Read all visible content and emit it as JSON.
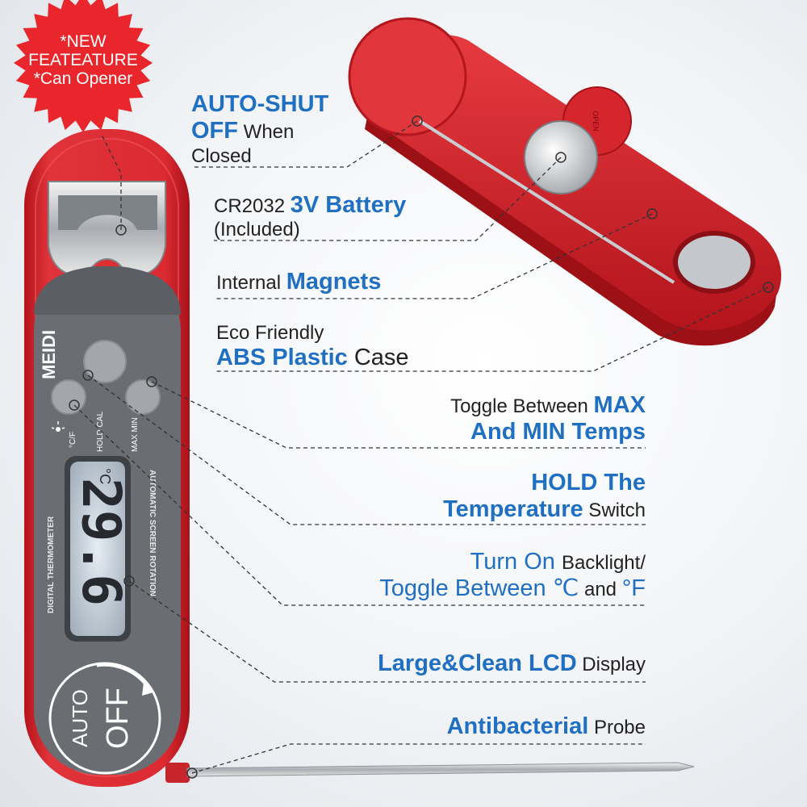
{
  "badge": {
    "line1": "*NEW",
    "line2": "FEATEATURE",
    "line3": "*Can Opener"
  },
  "device": {
    "brand": "MEIDI",
    "lcd_reading": "29.6",
    "lcd_unit": "°C",
    "side_label_left": "DIGITAL THERMOMETER",
    "side_label_right": "AUTOMATIC SCREEN ROTATION",
    "btn_label_1": "°C/F",
    "btn_label_2": "HOLD CAL",
    "btn_label_3": "MAX MIN",
    "auto_label": "AUTO",
    "off_label": "OFF",
    "battery_text": "OPEN"
  },
  "callouts": {
    "auto_shut": {
      "bold": "AUTO-SHUT",
      "bold2": "OFF",
      "rest": " When",
      "line3": "Closed"
    },
    "battery": {
      "pre": "CR2032 ",
      "bold": "3V Battery",
      "line2": "(Included)"
    },
    "magnets": {
      "pre": "Internal ",
      "bold": "Magnets"
    },
    "case": {
      "line1": "Eco Friendly",
      "bold": "ABS Plastic",
      "rest": " Case"
    },
    "maxmin": {
      "pre": "Toggle Between ",
      "bold": "MAX",
      "line2": "And MIN Temps"
    },
    "hold": {
      "line1": "HOLD The",
      "bold": "Temperature",
      "rest": " Switch"
    },
    "backlight": {
      "pre": "Turn On ",
      "rest": "Backlight/",
      "line2a": "Toggle Between ℃",
      "line2b": " and ",
      "line2c": "°F"
    },
    "lcd": {
      "bold": "Large&Clean LCD",
      "rest": " Display"
    },
    "probe": {
      "bold": "Antibacterial",
      "rest": " Probe"
    }
  },
  "colors": {
    "body_red": "#d8242c",
    "dark_red": "#b3141c",
    "panel_gray": "#6a6d72",
    "lcd_bg": "#c9d3dd",
    "accent_blue": "#1f6fc2"
  }
}
